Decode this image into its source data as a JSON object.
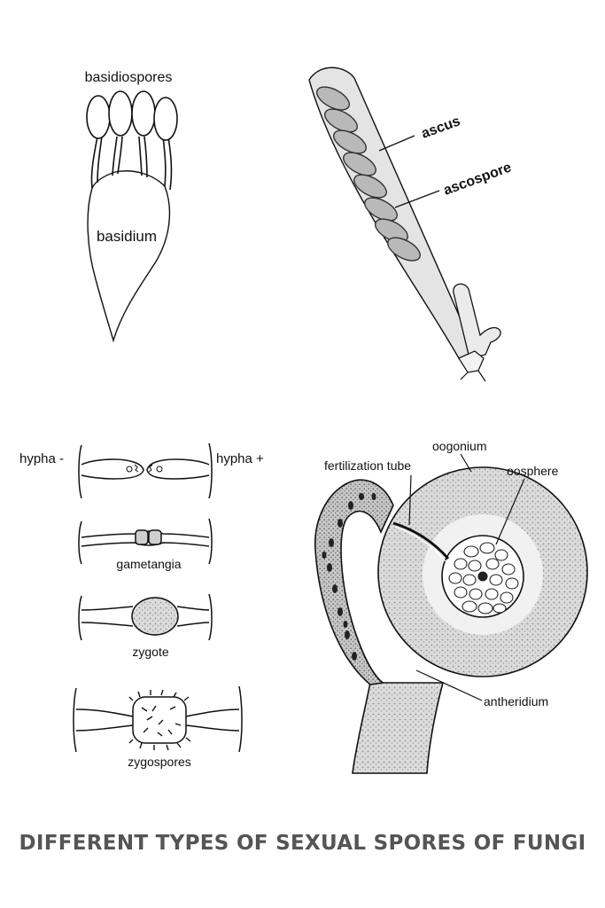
{
  "panels": {
    "basidium": {
      "spores_label": "basidiospores",
      "body_label": "basidium"
    },
    "ascus": {
      "ascus_label": "ascus",
      "ascospore_label": "ascospore"
    },
    "zygospore": {
      "hypha_minus_label": "hypha -",
      "hypha_plus_label": "hypha +",
      "stage_labels": [
        "gametangia",
        "zygote",
        "zygospores"
      ]
    },
    "oogonium": {
      "oogonium_label": "oogonium",
      "oosphere_label": "oosphere",
      "fertilization_tube_label": "fertilization tube",
      "antheridium_label": "antheridium"
    }
  },
  "footer": {
    "title": "DIFFERENT TYPES OF SEXUAL SPORES OF FUNGI"
  },
  "colors": {
    "title": "#555555",
    "ascospore_fill": "#b9b9b9",
    "ascus_fill": "#e4e4e4",
    "stipple": "#8c8c8c"
  }
}
